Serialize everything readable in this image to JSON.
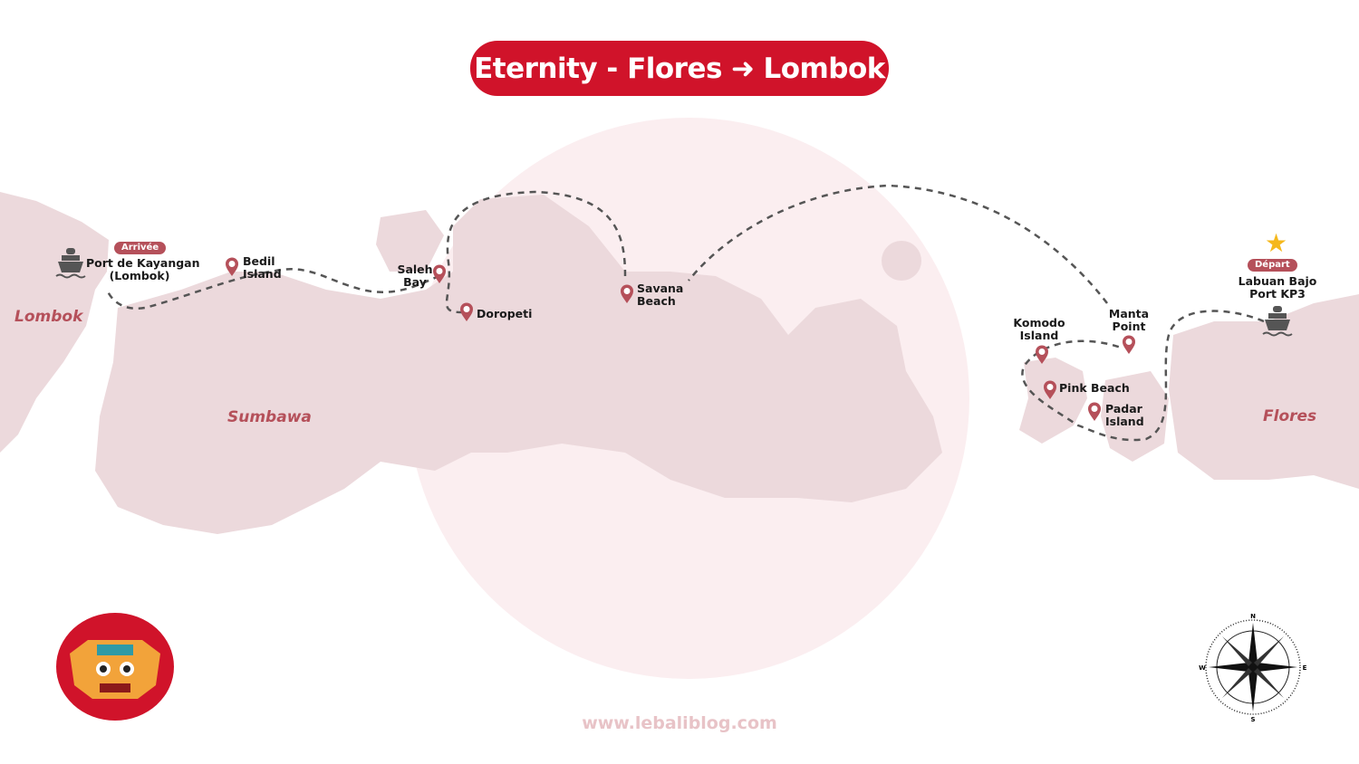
{
  "title": {
    "from": "Eternity - Flores",
    "to": "Lombok",
    "arrow_icon": "arrow-right"
  },
  "regions": {
    "lombok": "Lombok",
    "sumbawa": "Sumbawa",
    "flores": "Flores"
  },
  "start": {
    "badge": "Départ",
    "name_line1": "Labuan Bajo",
    "name_line2": "Port KP3"
  },
  "end": {
    "badge": "Arrivée",
    "name_line1": "Port de Kayangan",
    "name_line2": "(Lombok)"
  },
  "stops": [
    {
      "line1": "Manta",
      "line2": "Point"
    },
    {
      "line1": "Komodo",
      "line2": "Island"
    },
    {
      "line1": "Pink Beach"
    },
    {
      "line1": "Padar",
      "line2": "Island"
    },
    {
      "line1": "Savana",
      "line2": "Beach"
    },
    {
      "line1": "Doropeti"
    },
    {
      "line1": "Saleh",
      "line2": "Bay"
    },
    {
      "line1": "Bedil",
      "line2": "Island"
    }
  ],
  "compass": {
    "n": "N",
    "e": "E",
    "s": "S",
    "w": "W"
  },
  "footer": {
    "url": "www.lebaliblog.com"
  },
  "colors": {
    "brand": "#d0132a",
    "pin": "#b5505a",
    "land": "#ecd9dc",
    "route": "#555555"
  }
}
